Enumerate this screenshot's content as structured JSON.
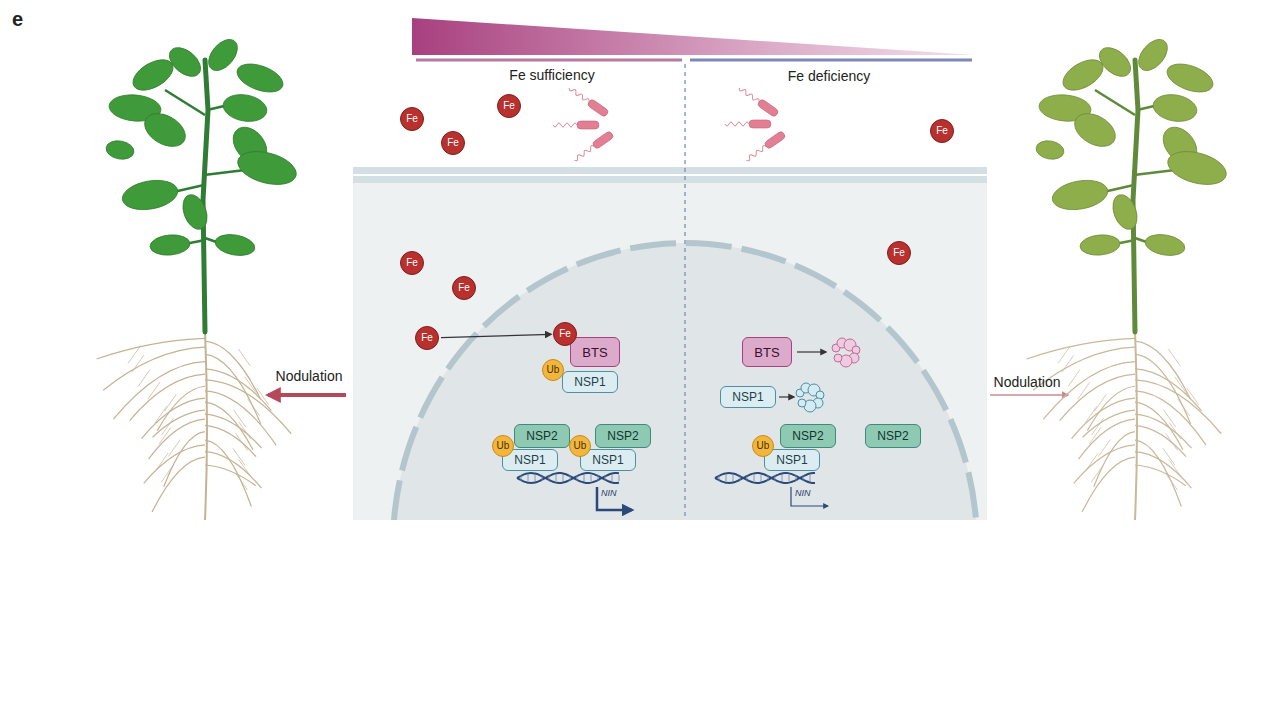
{
  "diagram": {
    "nodes": [
      {
        "text": [
          "Fe"
        ]
      },
      {
        "text": [
          "Fe"
        ]
      },
      {
        "text": [
          "Fe"
        ]
      },
      {
        "text": [
          "Fe"
        ]
      },
      {
        "text": [
          "Fe"
        ]
      },
      {
        "text": [
          "Fe"
        ]
      },
      {
        "text": [
          "Fe"
        ]
      },
      {
        "text": [
          "Fe"
        ]
      },
      {
        "text": [
          "Fe"
        ]
      },
      {
        "text": [
          "BTS"
        ]
      },
      {
        "text": [
          "Ub"
        ]
      },
      {
        "text": [
          "NSP1"
        ]
      },
      {
        "text": [
          "NSP2"
        ]
      },
      {
        "text": [
          "NSP2"
        ]
      },
      {
        "text": [
          "Ub"
        ]
      },
      {
        "text": [
          "NSP1"
        ]
      },
      {
        "text": [
          "Ub"
        ]
      },
      {
        "text": [
          "NSP1"
        ]
      },
      {
        "text": [
          "BTS"
        ]
      },
      {
        "text": [
          "NSP1"
        ]
      },
      {
        "text": [
          "Ub"
        ]
      },
      {
        "text": [
          "NSP2"
        ]
      },
      {
        "text": [
          "NSP1"
        ]
      },
      {
        "text": [
          "NSP2"
        ]
      }
    ],
    "edges": [
      {
        "from": 6,
        "to": 8,
        "arrow": "to"
      }
    ],
    "labels": [
      "e",
      "Fe sufficiency",
      "Fe deficiency",
      "NIN",
      "NIN",
      "Nodulation",
      "Nodulation"
    ]
  }
}
